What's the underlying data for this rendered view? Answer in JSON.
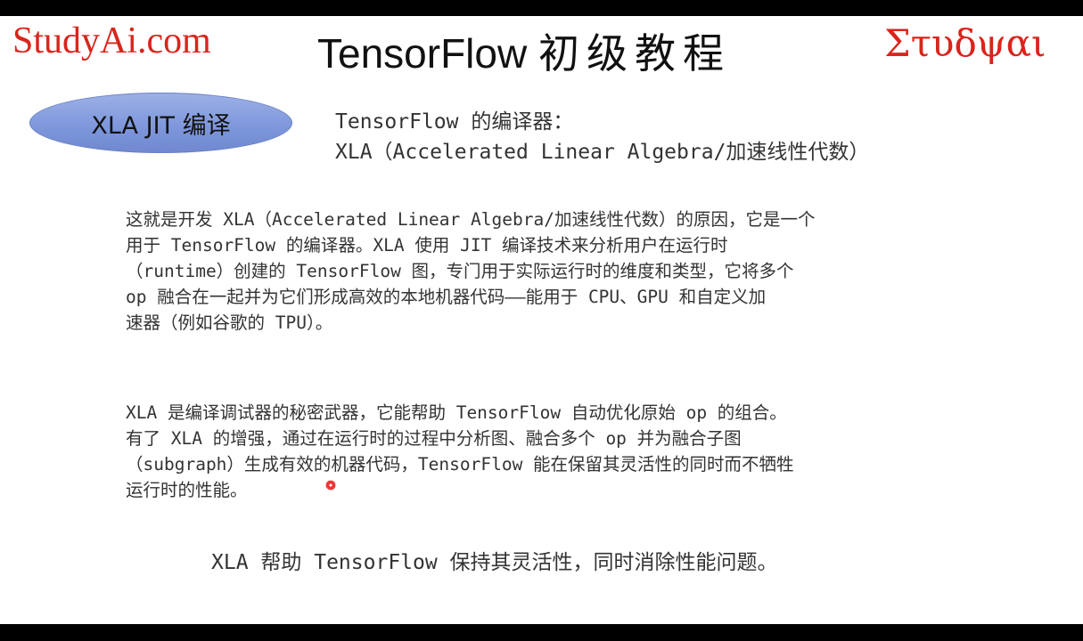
{
  "header": {
    "brand_left": "StudyAi.com",
    "title_latin": "TensorFlow",
    "title_cjk": "初级教程",
    "brand_right": "Στυδψαι"
  },
  "badge": {
    "label": "XLA JIT 编译"
  },
  "subtitle": {
    "lines": [
      "TensorFlow 的编译器：",
      "XLA（Accelerated Linear Algebra/加速线性代数）"
    ]
  },
  "paragraph1": {
    "lines": [
      "这就是开发 XLA（Accelerated Linear Algebra/加速线性代数）的原因，它是一个",
      "用于 TensorFlow 的编译器。XLA 使用 JIT 编译技术来分析用户在运行时",
      "（runtime）创建的 TensorFlow 图，专门用于实际运行时的维度和类型，它将多个",
      "op 融合在一起并为它们形成高效的本地机器代码——能用于 CPU、GPU 和自定义加",
      "速器（例如谷歌的 TPU）。"
    ]
  },
  "paragraph2": {
    "lines": [
      "XLA 是编译调试器的秘密武器，它能帮助 TensorFlow 自动优化原始 op 的组合。",
      "有了 XLA 的增强，通过在运行时的过程中分析图、融合多个 op 并为融合子图",
      "（subgraph）生成有效的机器代码，TensorFlow 能在保留其灵活性的同时而不牺牲",
      "运行时的性能。"
    ]
  },
  "summary": {
    "text": "XLA 帮助 TensorFlow 保持其灵活性，同时消除性能问题。"
  },
  "colors": {
    "brand_red": "#d9251c",
    "badge_blue": "#8ba2e0",
    "text_gray": "#333333"
  }
}
